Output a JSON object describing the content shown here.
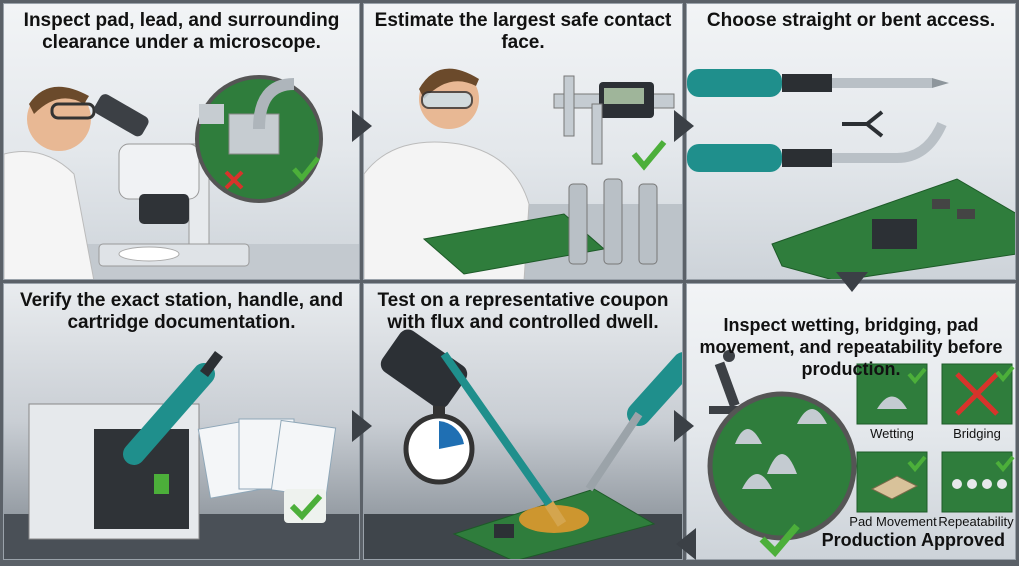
{
  "panels": {
    "p1": {
      "caption": "Inspect pad, lead, and surrounding clearance under a microscope."
    },
    "p2": {
      "caption": "Estimate the largest safe contact face."
    },
    "p3": {
      "caption": "Choose straight or bent access."
    },
    "p4": {
      "caption": "Verify the exact station, handle, and cartridge documentation."
    },
    "p5": {
      "caption": "Test on a representative coupon with flux and controlled dwell."
    },
    "p6": {
      "caption": "Inspect wetting, bridging, pad movement, and repeatability before production.",
      "tiles": {
        "wetting": "Wetting",
        "bridging": "Bridging",
        "pad_movement": "Pad Movement",
        "repeatability": "Repeatability"
      },
      "result": "Production Approved"
    }
  },
  "colors": {
    "pcb_green": "#2f7d3c",
    "check_green": "#4caf3a",
    "cross_red": "#d8332b",
    "tool_teal": "#1f8f8c",
    "steel": "#b9c0c6"
  },
  "icons": [
    "microscope-icon",
    "caliper-icon",
    "soldering-iron-icon",
    "stopwatch-icon",
    "brush-icon",
    "check-icon",
    "cross-icon"
  ]
}
